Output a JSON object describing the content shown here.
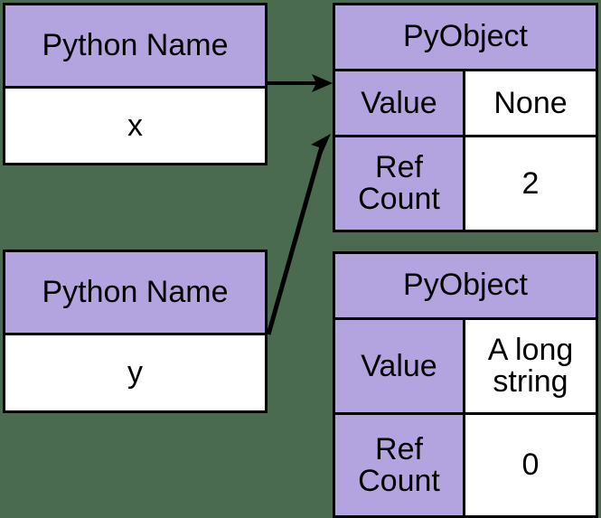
{
  "diagram": {
    "title": "Python name to PyObject reference diagram",
    "background_color": "#4a6b4f",
    "header_fill": "#b3a4e0",
    "body_fill": "#ffffff",
    "stroke_color": "#000000"
  },
  "name_boxes": [
    {
      "header": "Python Name",
      "value": "x"
    },
    {
      "header": "Python Name",
      "value": "y"
    }
  ],
  "objects": [
    {
      "header": "PyObject",
      "rows": [
        {
          "label": "Value",
          "value": "None"
        },
        {
          "label": "Ref Count",
          "value": "2"
        }
      ]
    },
    {
      "header": "PyObject",
      "rows": [
        {
          "label": "Value",
          "value": "A long string"
        },
        {
          "label": "Ref Count",
          "value": "0"
        }
      ]
    }
  ],
  "arrows": [
    {
      "name": "x-to-none",
      "from": "name-x",
      "to": "obj-none-value"
    },
    {
      "name": "y-to-none",
      "from": "name-y",
      "to": "obj-none-refcount"
    }
  ]
}
